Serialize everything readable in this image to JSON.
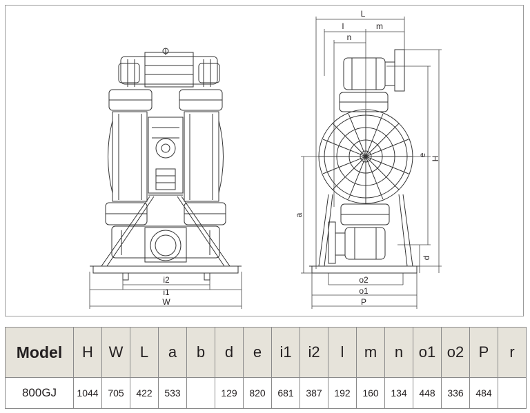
{
  "drawing": {
    "front_labels": {
      "i2": "i2",
      "i1": "i1",
      "W": "W"
    },
    "side_labels": {
      "L": "L",
      "l": "l",
      "m": "m",
      "n": "n",
      "e": "e",
      "H": "H",
      "a": "a",
      "d": "d",
      "o2": "o2",
      "o1": "o1",
      "P": "P"
    }
  },
  "table": {
    "headers": [
      "Model",
      "H",
      "W",
      "L",
      "a",
      "b",
      "d",
      "e",
      "i1",
      "i2",
      "l",
      "m",
      "n",
      "o1",
      "o2",
      "P",
      "r"
    ],
    "rows": [
      [
        "800GJ",
        "1044",
        "705",
        "422",
        "533",
        "",
        "129",
        "820",
        "681",
        "387",
        "192",
        "160",
        "134",
        "448",
        "336",
        "484",
        ""
      ]
    ]
  }
}
